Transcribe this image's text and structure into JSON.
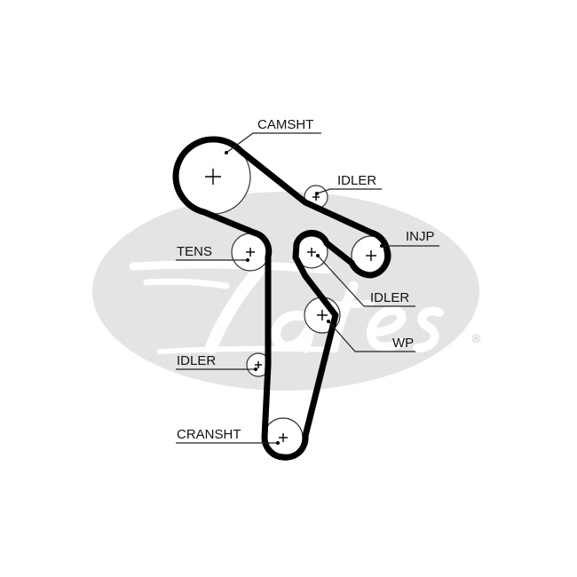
{
  "colors": {
    "belt": "#000000",
    "pulley_outline": "#333333",
    "watermark": "#e4e4e4",
    "label_text": "#111111"
  },
  "watermark": {
    "brand_script": "Gates",
    "registered_mark": "®"
  },
  "labels": {
    "camshaft": "CAMSHT",
    "idler_top": "IDLER",
    "injection_pump": "INJP",
    "tensioner": "TENS",
    "idler_middle": "IDLER",
    "water_pump": "WP",
    "idler_lower": "IDLER",
    "crankshaft": "CRANSHT"
  }
}
